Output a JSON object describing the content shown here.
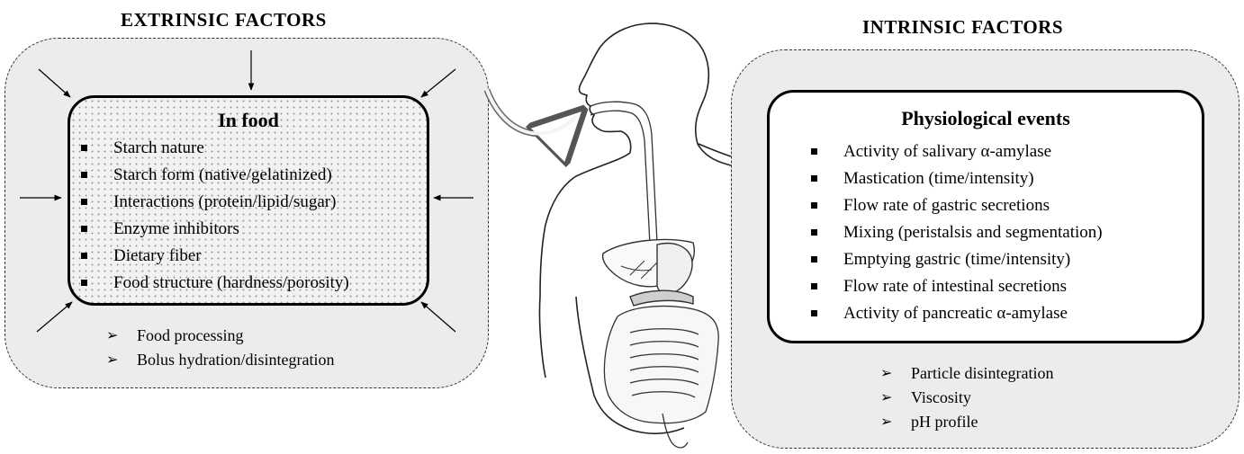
{
  "extrinsic": {
    "heading": "EXTRINSIC FACTORS",
    "box_title": "In food",
    "items": [
      "Starch nature",
      "Starch form (native/gelatinized)",
      "Interactions (protein/lipid/sugar)",
      "Enzyme inhibitors",
      "Dietary fiber",
      "Food structure (hardness/porosity)"
    ],
    "sub_items": [
      "Food processing",
      "Bolus hydration/disintegration"
    ]
  },
  "intrinsic": {
    "heading": "INTRINSIC FACTORS",
    "box_title": "Physiological events",
    "items": [
      "Activity of salivary α-amylase",
      "Mastication (time/intensity)",
      "Flow rate of gastric secretions",
      "Mixing (peristalsis and segmentation)",
      "Emptying gastric (time/intensity)",
      "Flow rate of intestinal secretions",
      "Activity of pancreatic α-amylase"
    ],
    "sub_items": [
      "Particle disintegration",
      "Viscosity",
      "pH profile"
    ]
  },
  "bullet_symbol": "▪",
  "sub_bullet_symbol": "➢",
  "colors": {
    "panel_fill": "#ececec",
    "inner_border": "#000000",
    "dotted_fill": "#f2f2f2"
  }
}
